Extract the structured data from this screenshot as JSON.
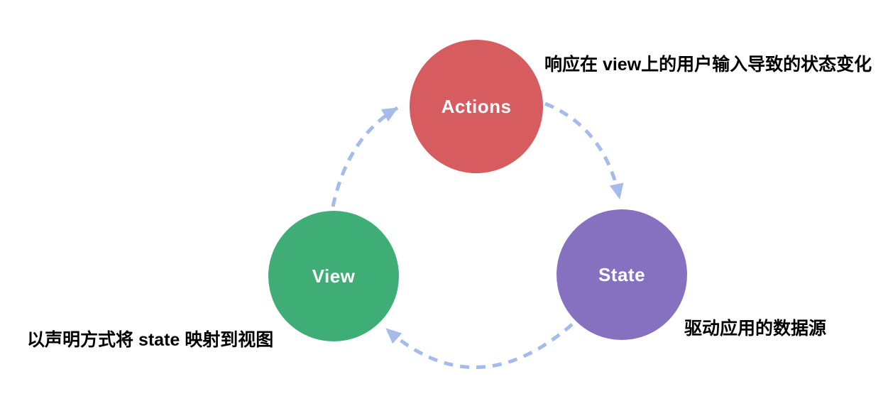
{
  "diagram": {
    "background": "#ffffff",
    "annotation_color": "#000000",
    "arrow_color": "#a5bbec",
    "nodes": {
      "actions": {
        "label": "Actions",
        "color": "#d75c5f",
        "annotation": "响应在 view上的用户输入导致的状态变化"
      },
      "state": {
        "label": "State",
        "color": "#8571c0",
        "annotation": "驱动应用的数据源"
      },
      "view": {
        "label": "View",
        "color": "#3ead76",
        "annotation": "以声明方式将 state 映射到视图"
      }
    },
    "arrows": [
      {
        "name": "view-to-actions",
        "from": "View",
        "to": "Actions"
      },
      {
        "name": "actions-to-state",
        "from": "Actions",
        "to": "State"
      },
      {
        "name": "state-to-view",
        "from": "State",
        "to": "View"
      }
    ]
  }
}
